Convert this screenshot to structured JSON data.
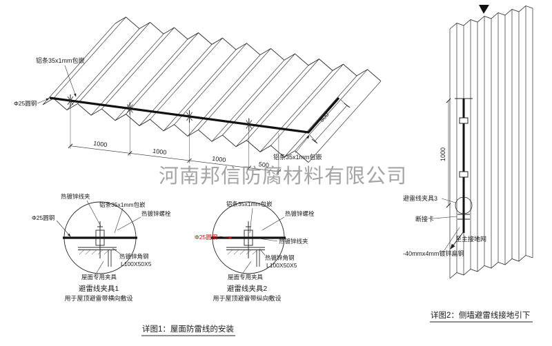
{
  "watermark": "河南邦信防腐材料有限公司",
  "main": {
    "label_strip_top": "铝条35x1mm包嵌",
    "label_strip_right": "铝条35x1mm包嵌",
    "label_round_steel": "Φ25圆钢",
    "dims_bottom": [
      "1000",
      "1000",
      "1000",
      "500"
    ],
    "dim_right": "500",
    "caption": "详图1：屋面防雷线的安装"
  },
  "detail1": {
    "label_wire_clip": "热镀锌线夹",
    "label_strip": "铝条35x1mm包嵌",
    "label_bolt": "热镀锌螺栓",
    "label_round_steel": "Φ25圆钢",
    "label_angle": "热镀锌角钢",
    "label_angle_spec": "L100X50X5",
    "label_roof_clamp": "屋面专用夹具",
    "title": "避雷线夹具1",
    "subtitle": "用于屋顶避雷带横向敷设"
  },
  "detail2": {
    "label_strip": "铝条35x1mm包嵌",
    "label_bolt": "热镀锌螺栓",
    "label_wire_clip": "热镀锌线夹",
    "label_round_steel": "Φ25圆钢",
    "label_angle": "热镀锌角钢",
    "label_angle_spec": "L100X50X5",
    "label_roof_clamp": "屋面专用夹具",
    "title": "避雷线夹具2",
    "subtitle": "用于屋顶避雷带纵向敷设"
  },
  "wall": {
    "dim_height": "1000",
    "label_clamp3": "避雷线夹具3",
    "label_disconnect": "断接卡",
    "label_to_ground": "至主接地网",
    "label_flat_steel": "-40mmx4mm镀锌扁钢",
    "caption": "详图2：侧墙避雷线接地引下"
  },
  "colors": {
    "ink": "#222222",
    "accent_red": "#cc1111",
    "watermark": "#8e8e8e"
  }
}
